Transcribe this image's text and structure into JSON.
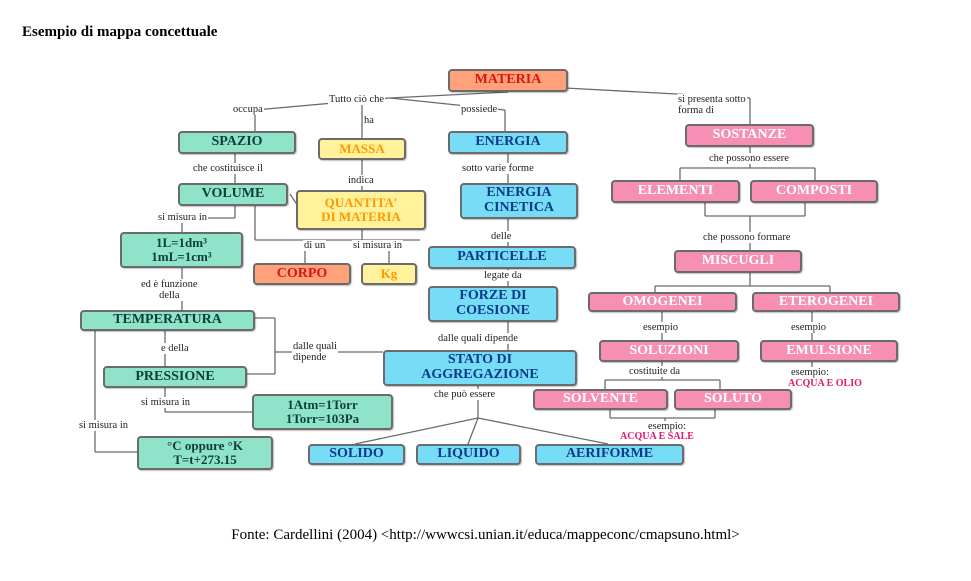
{
  "title": "Esempio di mappa concettuale",
  "caption": "Fonte: Cardellini (2004) <http://wwwcsi.unian.it/educa/mappeconc/cmapsuno.html>",
  "colors": {
    "teal": "#8fe3c8",
    "cyan": "#77dcf5",
    "yellow": "#fff29a",
    "orange": "#ffa27a",
    "pink": "#f78fb4",
    "line": "#6b6b6b",
    "accent_pink_text": "#e8166a"
  },
  "nodes": {
    "materia": "MATERIA",
    "spazio": "SPAZIO",
    "massa": "MASSA",
    "energia": "ENERGIA",
    "sostanze": "SOSTANZE",
    "volume": "VOLUME",
    "quantita": "QUANTITA'\nDI MATERIA",
    "energia_cinetica": "ENERGIA\nCINETICA",
    "elementi": "ELEMENTI",
    "composti": "COMPOSTI",
    "volume_units": "1L=1dm³\n1mL=1cm³",
    "corpo": "CORPO",
    "kg": "Kg",
    "particelle": "PARTICELLE",
    "miscugli": "MISCUGLI",
    "temperatura": "TEMPERATURA",
    "forze_coesione": "FORZE DI\nCOESIONE",
    "omogenei": "OMOGENEI",
    "eterogenei": "ETEROGENEI",
    "pressione": "PRESSIONE",
    "stato_aggregazione": "STATO DI\nAGGREGAZIONE",
    "soluzioni": "SOLUZIONI",
    "emulsione": "EMULSIONE",
    "pressure_units": "1Atm=1Torr\n1Torr=103Pa",
    "solvente": "SOLVENTE",
    "soluto": "SOLUTO",
    "temperature_units": "°C  oppure °K\nT=t+273.15",
    "solido": "SOLIDO",
    "liquido": "LIQUIDO",
    "aeriforme": "AERIFORME"
  },
  "links": {
    "tutto_cio_che": "Tutto ciò che",
    "occupa": "occupa",
    "ha": "ha",
    "possiede": "possiede",
    "si_presenta": "si presenta sotto\nforma di",
    "che_costituisce": "che costituisce il",
    "sotto_varie_forme": "sotto varie forme",
    "che_possono_essere": "che possono essere",
    "indica": "indica",
    "si_misura_in_1": "si misura in",
    "di_un": "di un",
    "si_misura_in_2": "si misura in",
    "delle": "delle",
    "che_possono_formare": "che possono formare",
    "ed_e_funzione": "ed è funzione\ndella",
    "legate_da": "legate da",
    "esempio_1": "esempio",
    "esempio_2": "esempio",
    "e_della": "e della",
    "dalle_quali_dipende_1": "dalle quali\ndipende",
    "dalle_quali_dipende_2": "dalle quali dipende",
    "costituite_da": "costituite da",
    "esempio_3": "esempio:",
    "si_misura_in_3": "si misura in",
    "che_puo_essere": "che può essere",
    "esempio_4": "esempio:",
    "si_misura_in_4": "si misura in"
  },
  "examples": {
    "acqua_olio": "ACQUA E OLIO",
    "acqua_sale": "ACQUA E SALE"
  }
}
